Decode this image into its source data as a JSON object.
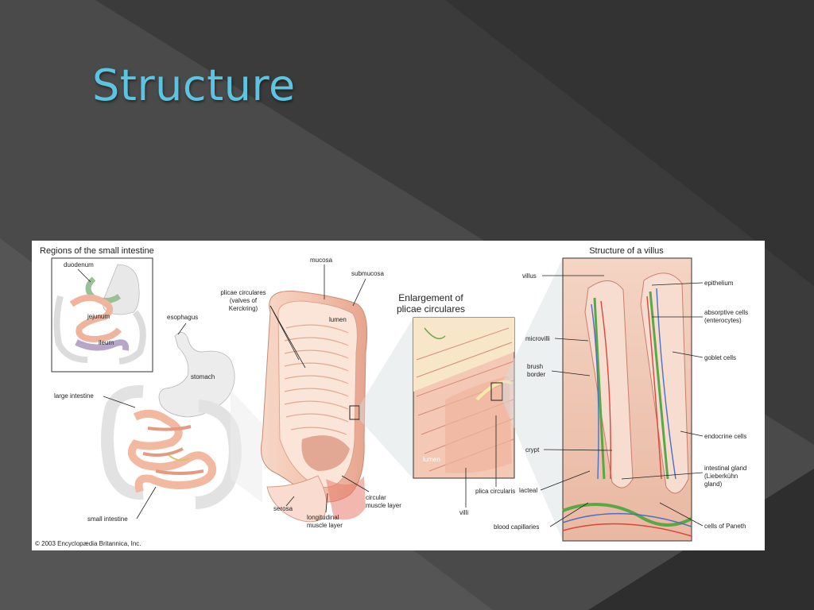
{
  "slide": {
    "title": "Structure"
  },
  "figure": {
    "panel1": {
      "title": "Regions of the small intestine",
      "inset": {
        "duodenum": "duodenum",
        "jejunum": "jejunum",
        "ileum": "ileum"
      },
      "labels": {
        "esophagus": "esophagus",
        "stomach": "stomach",
        "large_intestine": "large intestine",
        "small_intestine": "small intestine"
      }
    },
    "panel2": {
      "mucosa": "mucosa",
      "submucosa": "submucosa",
      "plicae_lines": [
        "plicae circulares",
        "(valves of",
        "Kerckring)"
      ],
      "lumen": "lumen",
      "serosa": "serosa",
      "longitudinal_lines": [
        "longitudinal",
        "muscle layer"
      ],
      "circular_lines": [
        "circular",
        "muscle layer"
      ]
    },
    "panel3": {
      "title_lines": [
        "Enlargement of",
        "plicae circulares"
      ],
      "lumen": "lumen",
      "villi": "villi",
      "plica_circularis": "plica circularis"
    },
    "panel4": {
      "title": "Structure of a villus",
      "villus": "villus",
      "microvilli": "microvilli",
      "brush_border_lines": [
        "brush",
        "border"
      ],
      "crypt": "crypt",
      "lacteal": "lacteal",
      "blood_capillaries": "blood capillaries",
      "epithelium": "epithelium",
      "absorptive_lines": [
        "absorptive cells",
        "(enterocytes)"
      ],
      "goblet": "goblet cells",
      "endocrine": "endocrine cells",
      "intestinal_gland_lines": [
        "intestinal gland",
        "(Lieberkühn",
        "gland)"
      ],
      "paneth": "cells of Paneth"
    },
    "copyright": "© 2003 Encyclopædia Britannica, Inc."
  },
  "colors": {
    "title": "#5cc3e0",
    "background": "#3a3a3a",
    "tissue": "#f2c6b2",
    "tissue_dark": "#e59a82",
    "lacteal": "#5aa845",
    "vein": "#4a6fc4",
    "artery": "#d8463c"
  }
}
